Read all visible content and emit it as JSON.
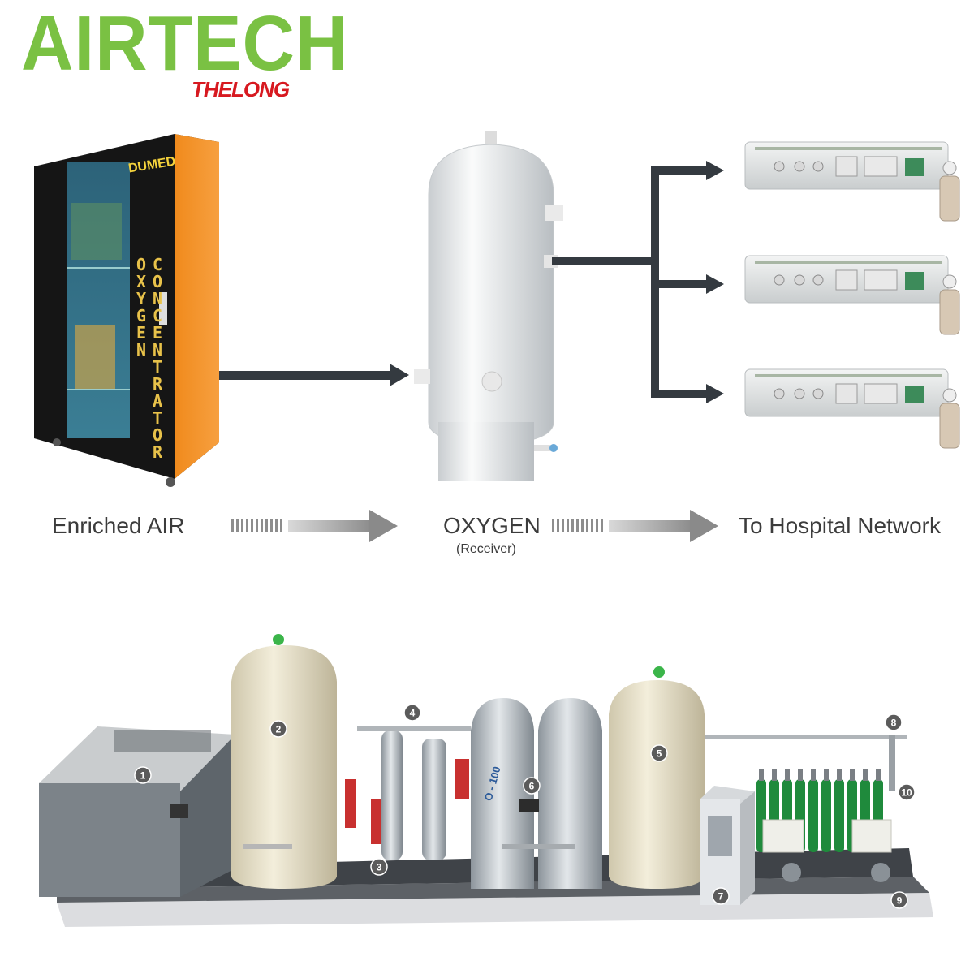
{
  "logo": {
    "main": "AIRTECH",
    "sub": "THELONG",
    "main_color": "#7ac143",
    "sub_color": "#d71920"
  },
  "concentrator": {
    "brand": "DUMED",
    "col1": "OXYGEN",
    "col2": "CONCENTRATOR"
  },
  "flow": {
    "step1": "Enriched AIR",
    "step2": "OXYGEN",
    "step2_sub": "(Receiver)",
    "step3": "To Hospital Network"
  },
  "plant": {
    "tank_label": "O - 100",
    "components": [
      "1",
      "2",
      "3",
      "4",
      "5",
      "6",
      "7",
      "8",
      "9",
      "10"
    ]
  },
  "icons": [
    "concentrator-cabinet-icon",
    "receiver-tank-icon",
    "bed-head-panel-icon",
    "arrow-right-icon"
  ]
}
